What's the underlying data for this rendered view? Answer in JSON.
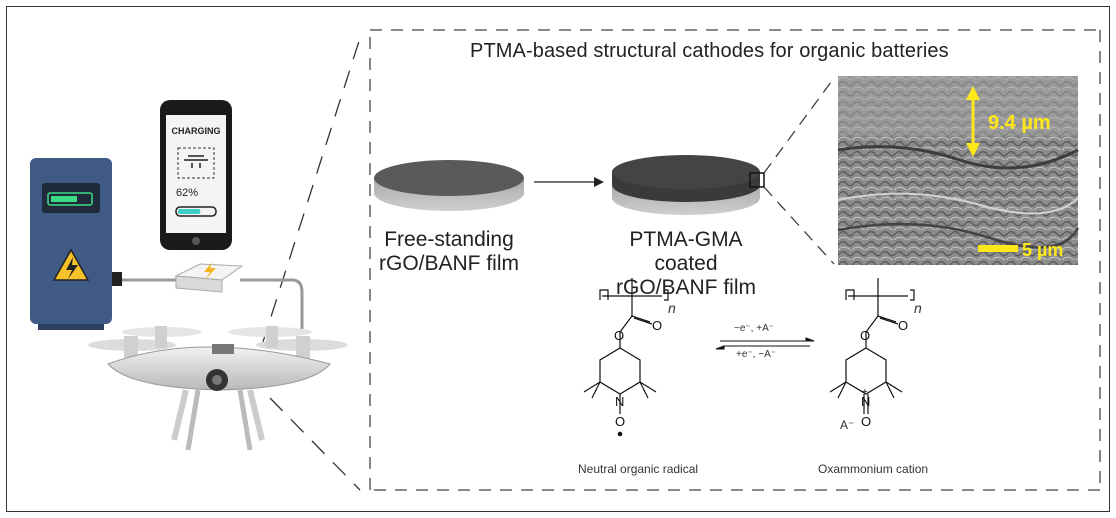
{
  "title": "PTMA-based structural cathodes for organic batteries",
  "phone": {
    "status": "CHARGING",
    "percent": "62%",
    "charge_level": 0.62
  },
  "films": {
    "first_line1": "Free-standing",
    "first_line2": "rGO/BANF film",
    "second_line1": "PTMA-GMA coated",
    "second_line2": "rGO/BANF film"
  },
  "sem": {
    "thickness": "9.4 µm",
    "scale_bar": "5 µm"
  },
  "reaction": {
    "forward": "−e⁻, +A⁻",
    "reverse": "+e⁻, −A⁻",
    "subscript_n": "n",
    "anion": "A⁻"
  },
  "labels": {
    "radical": "Neutral organic radical",
    "cation": "Oxammonium cation"
  },
  "colors": {
    "charger": "#3f5a85",
    "charger_dark": "#2c3f5e",
    "battery_green": "#3ddc84",
    "film_dark": "#555555",
    "sem_label": "#ffe81a"
  }
}
